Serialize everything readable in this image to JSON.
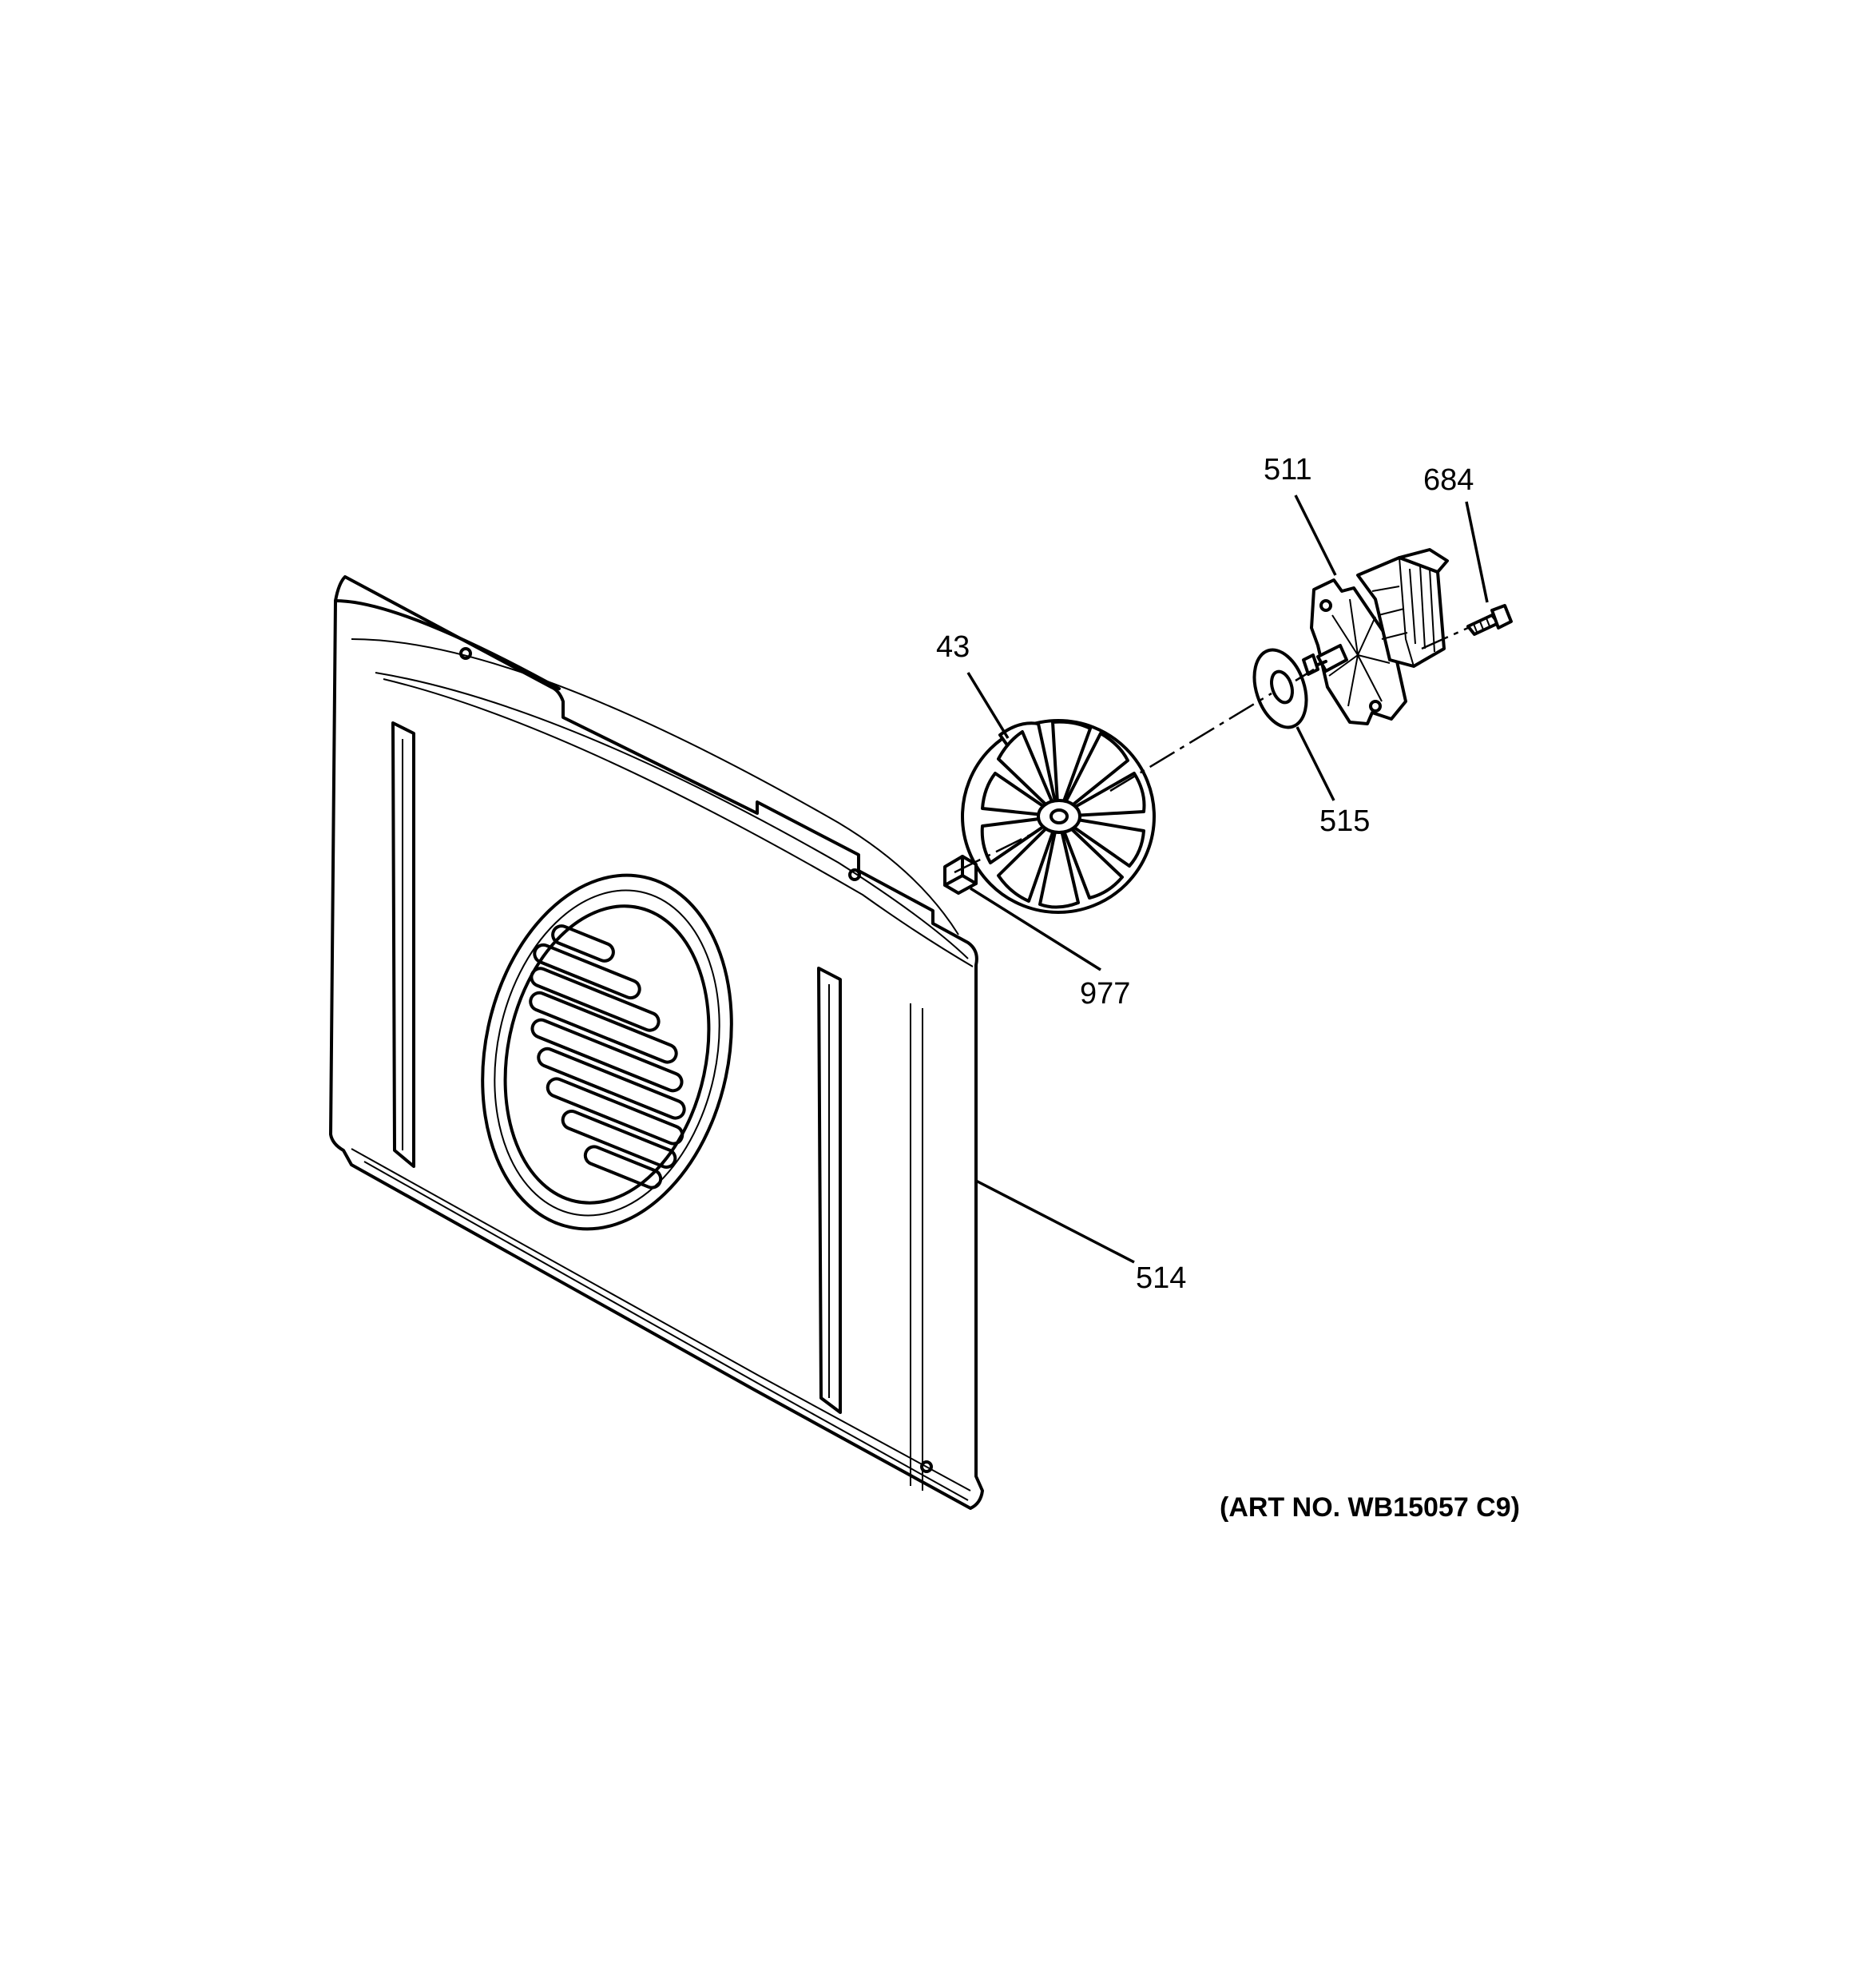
{
  "diagram": {
    "callouts": {
      "c511": "511",
      "c684": "684",
      "c43": "43",
      "c515": "515",
      "c977": "977",
      "c514": "514"
    },
    "art_number": "(ART NO. WB15057 C9)",
    "line_color": "#000000",
    "background": "#ffffff"
  }
}
